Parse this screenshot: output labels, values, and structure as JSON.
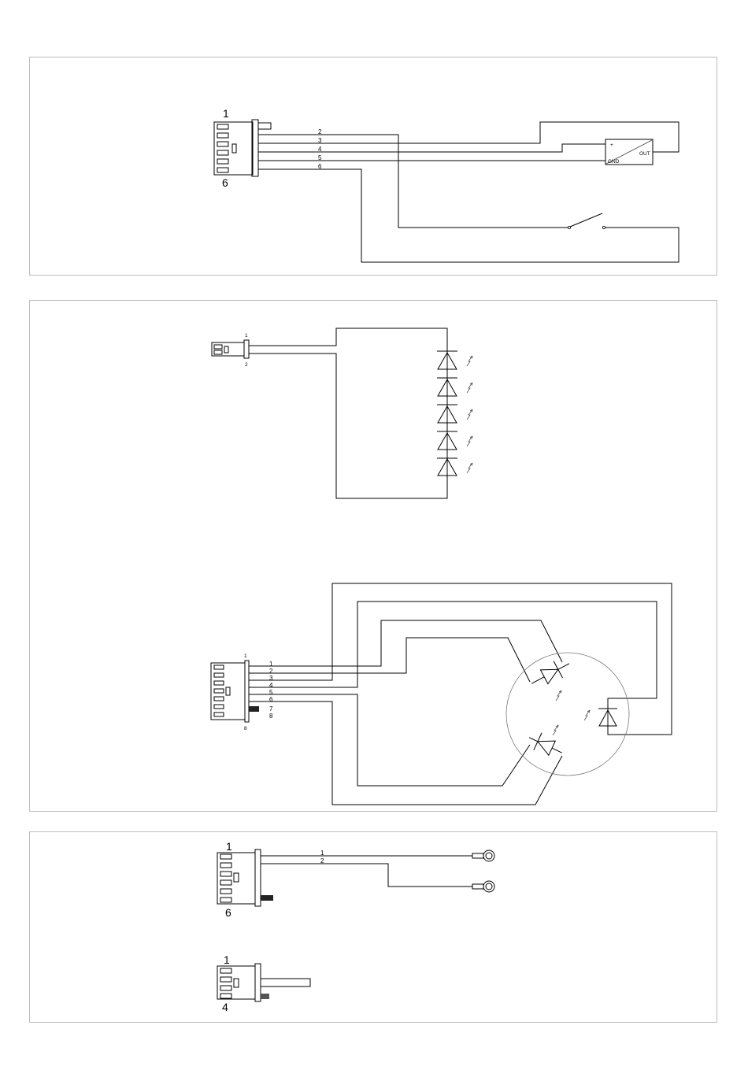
{
  "diagram1": {
    "connector_top": "1",
    "connector_bottom": "6",
    "wire_labels": [
      "2",
      "3",
      "4",
      "5",
      "6"
    ],
    "sensor": {
      "plus": "+",
      "out": "OUT",
      "gnd": "GND"
    }
  },
  "diagram2": {
    "connector_top": "1",
    "connector_bottom": "2"
  },
  "diagram3": {
    "connector_top": "1",
    "connector_bottom": "8",
    "wire_labels": [
      "1",
      "2",
      "3",
      "4",
      "5",
      "6",
      "7",
      "8"
    ]
  },
  "diagram4": {
    "connector_top": "1",
    "connector_bottom": "6",
    "wire_labels": [
      "1",
      "2"
    ]
  },
  "diagram5": {
    "connector_top": "1",
    "connector_bottom": "4"
  }
}
